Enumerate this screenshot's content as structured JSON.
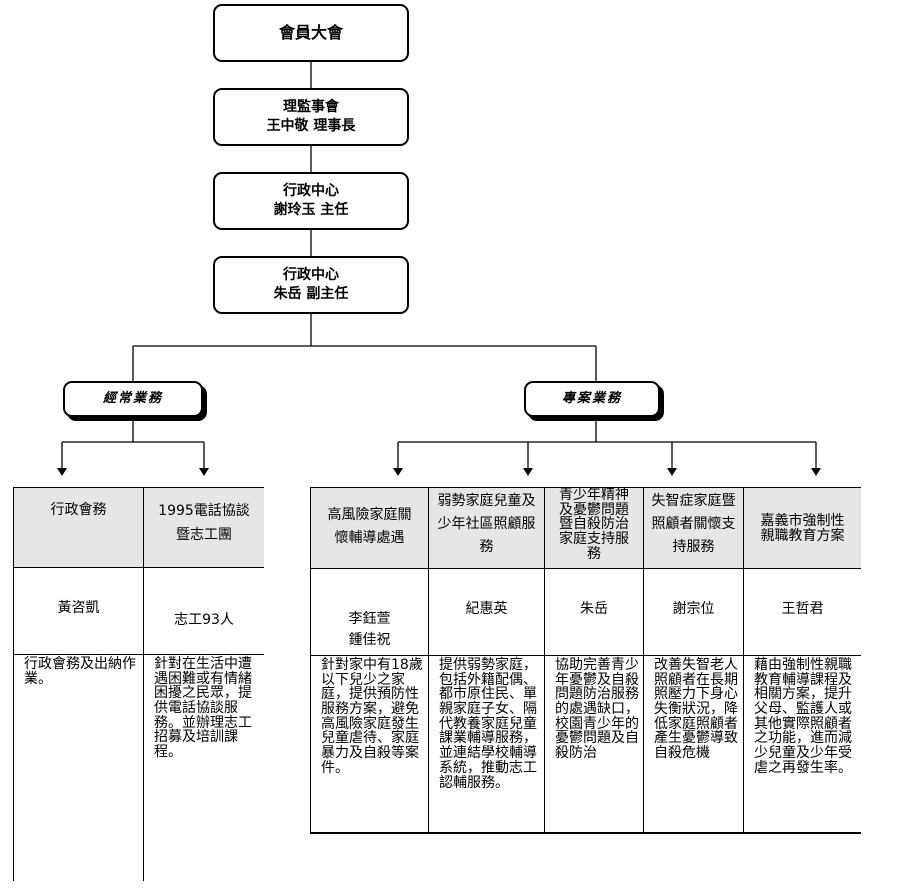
{
  "chart": {
    "top": "會員大會",
    "board": {
      "line1": "理監事會",
      "line2": "王中敬 理事長"
    },
    "admin1": {
      "line1": "行政中心",
      "line2": "謝玲玉 主任"
    },
    "admin2": {
      "line1": "行政中心",
      "line2": "朱岳 副主任"
    },
    "categories": {
      "operations": "經常業務",
      "projects": "專案業務"
    }
  },
  "operations": [
    {
      "title": "行政會務",
      "person": "黃咨凱",
      "desc": "行政會務及出納作業。"
    },
    {
      "title": "1995電話協談暨志工團",
      "person": "志工93人",
      "desc": "針對在生活中遭遇困難或有情緒困擾之民眾，提供電話協談服務。並辦理志工招募及培訓課程。"
    }
  ],
  "projects": [
    {
      "title": "高風險家庭關懷輔導處遇",
      "person": "李鈺萱\n鍾佳祝",
      "desc": "針對家中有18歲以下兒少之家庭，提供預防性服務方案，避免高風險家庭發生兒童虐待、家庭暴力及自殺等案件。"
    },
    {
      "title": "弱勢家庭兒童及少年社區照顧服務",
      "person": "紀惠英",
      "desc": "提供弱勢家庭，包括外籍配偶、都市原住民、單親家庭子女、隔代教養家庭兒童課業輔導服務，並連結學校輔導系統，推動志工認輔服務。"
    },
    {
      "title": "青少年精神及憂鬱問題暨自殺防治家庭支持服務",
      "person": "朱岳",
      "desc": "協助完善青少年憂鬱及自殺問題防治服務的處遇缺口，校園青少年的憂鬱問題及自殺防治"
    },
    {
      "title": "失智症家庭暨照顧者關懷支持服務",
      "person": "謝宗位",
      "desc": "改善失智老人照顧者在長期照壓力下身心失衡狀況，降低家庭照顧者產生憂鬱導致自殺危機"
    },
    {
      "title": "嘉義市強制性親職教育方案",
      "person": "王哲君",
      "desc": "藉由強制性親職教育輔導課程及相關方案，提升父母、監護人或其他實際照顧者之功能，進而減少兒童及少年受虐之再發生率。"
    }
  ]
}
